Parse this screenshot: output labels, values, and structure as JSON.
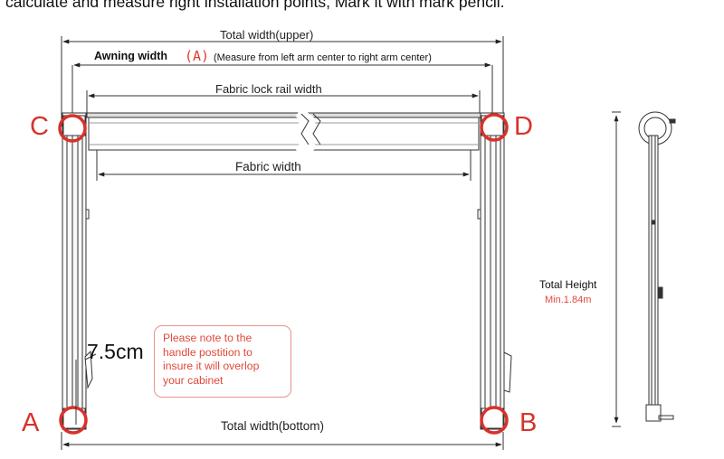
{
  "intro": "calculate and measure right installation points, Mark it with mark pencil.",
  "labels": {
    "total_width_upper": "Total width(upper)",
    "awning_width": "Awning width",
    "awning_letter": "(A)",
    "awning_note": "(Measure  from  left  arm center to right arm center)",
    "fabric_lock_rail_width": "Fabric lock rail width",
    "fabric_width": "Fabric width",
    "total_width_bottom": "Total width(bottom)",
    "handle_offset": "7.5cm"
  },
  "points": {
    "a": "A",
    "b": "B",
    "c": "C",
    "d": "D"
  },
  "note_lines": [
    "Please note to the",
    "handle postition to",
    "insure it will overlop",
    " your cabinet"
  ],
  "side_view": {
    "total_height": "Total Height",
    "min_height": "Min.1.84m"
  },
  "colors": {
    "accent_red": "#d7322b",
    "note_text": "#e0483b",
    "line": "#333333"
  }
}
